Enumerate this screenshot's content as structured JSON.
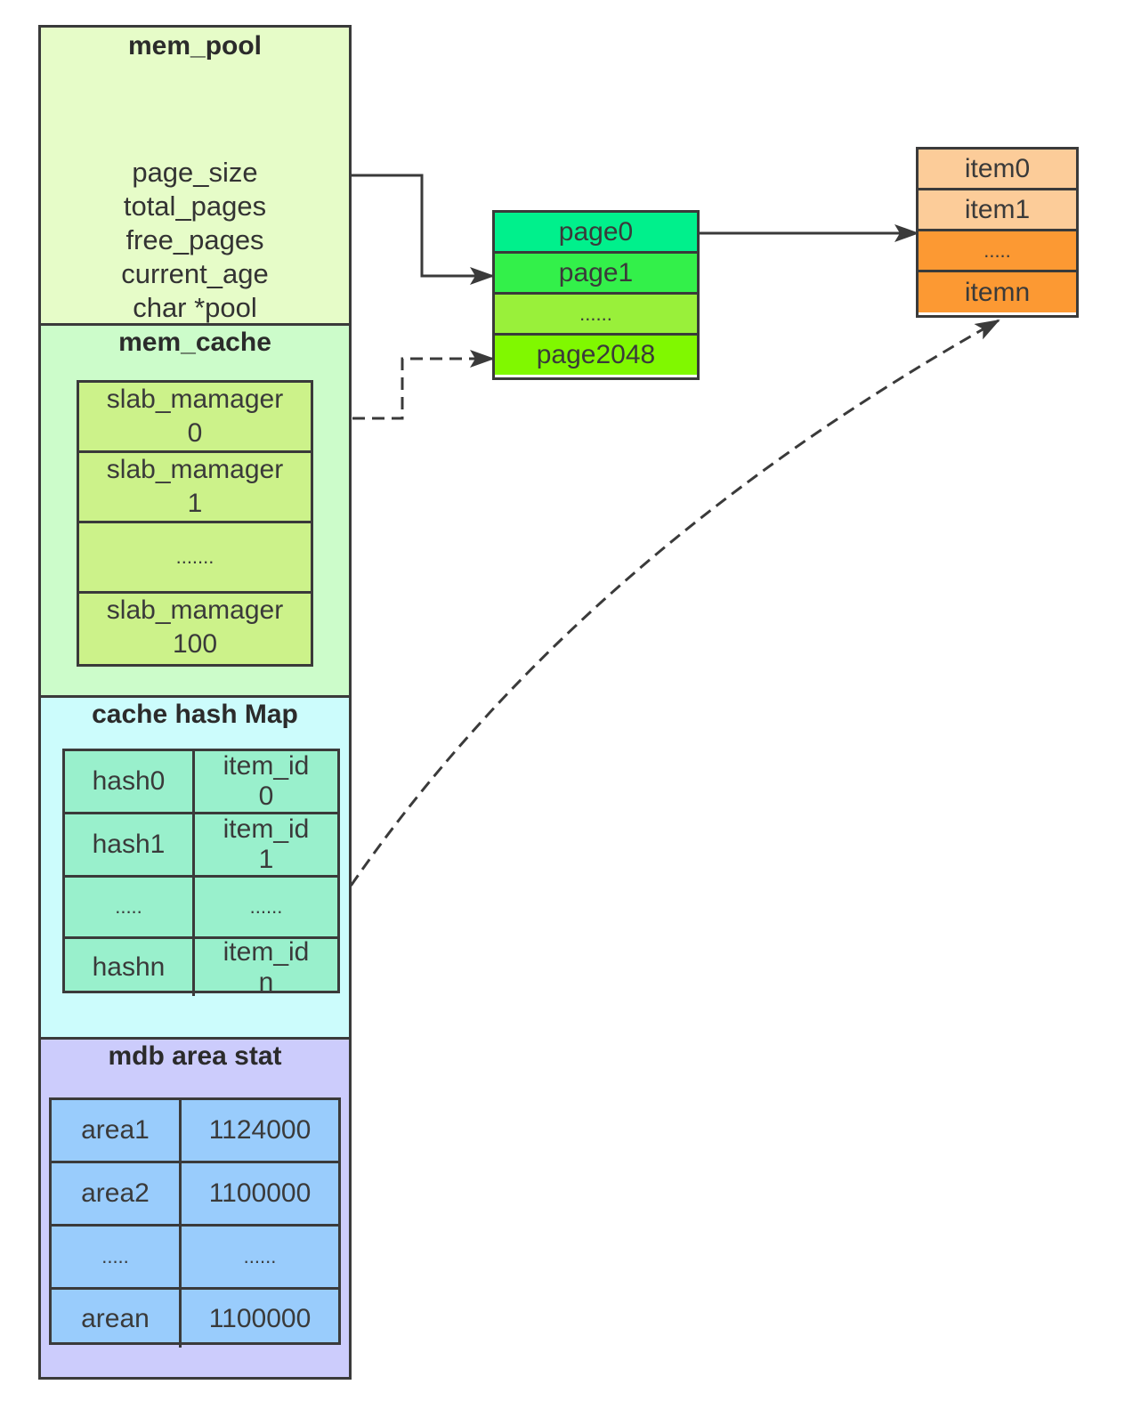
{
  "mem_pool": {
    "title": "mem_pool",
    "fields": [
      "page_size",
      "total_pages",
      "free_pages",
      "current_age",
      "char *pool"
    ]
  },
  "mem_cache": {
    "title": "mem_cache",
    "slabs": [
      {
        "line1": "slab_mamager",
        "line2": "0"
      },
      {
        "line1": "slab_mamager",
        "line2": "1"
      },
      {
        "line1": ".......",
        "line2": ""
      },
      {
        "line1": "slab_mamager",
        "line2": "100"
      }
    ]
  },
  "hash_map": {
    "title": "cache  hash  Map",
    "rows": [
      {
        "key": "hash0",
        "val1": "item_id",
        "val2": "0"
      },
      {
        "key": "hash1",
        "val1": "item_id",
        "val2": "1"
      },
      {
        "key": ".....",
        "val1": "......",
        "val2": ""
      },
      {
        "key": "hashn",
        "val1": "item_id",
        "val2": "n"
      }
    ]
  },
  "area_stat": {
    "title": "mdb  area  stat",
    "rows": [
      {
        "area": "area1",
        "value": "1124000"
      },
      {
        "area": "area2",
        "value": "1100000"
      },
      {
        "area": ".....",
        "value": "......"
      },
      {
        "area": "arean",
        "value": "1100000"
      }
    ]
  },
  "pages": [
    "page0",
    "page1",
    "......",
    "page2048"
  ],
  "items": [
    "item0",
    "item1",
    ".....",
    "itemn"
  ],
  "colors": {
    "mem_pool_bg": "#e6fcc8",
    "mem_cache_bg": "#ccfcca",
    "slab_bg": "#ccf28a",
    "hash_map_bg": "#ccfcfc",
    "hash_cell_bg": "#99f0cc",
    "area_stat_bg": "#ccccfc",
    "area_cell_bg": "#99ccfc",
    "page0": "#00f08c",
    "page1": "#33f04a",
    "page_ellipsis": "#99f03a",
    "page2048": "#80f800",
    "item0": "#fccc99",
    "item1": "#fccc99",
    "item_ellipsis": "#fc9933",
    "itemn": "#fc9933",
    "line": "#3a3a3a"
  }
}
